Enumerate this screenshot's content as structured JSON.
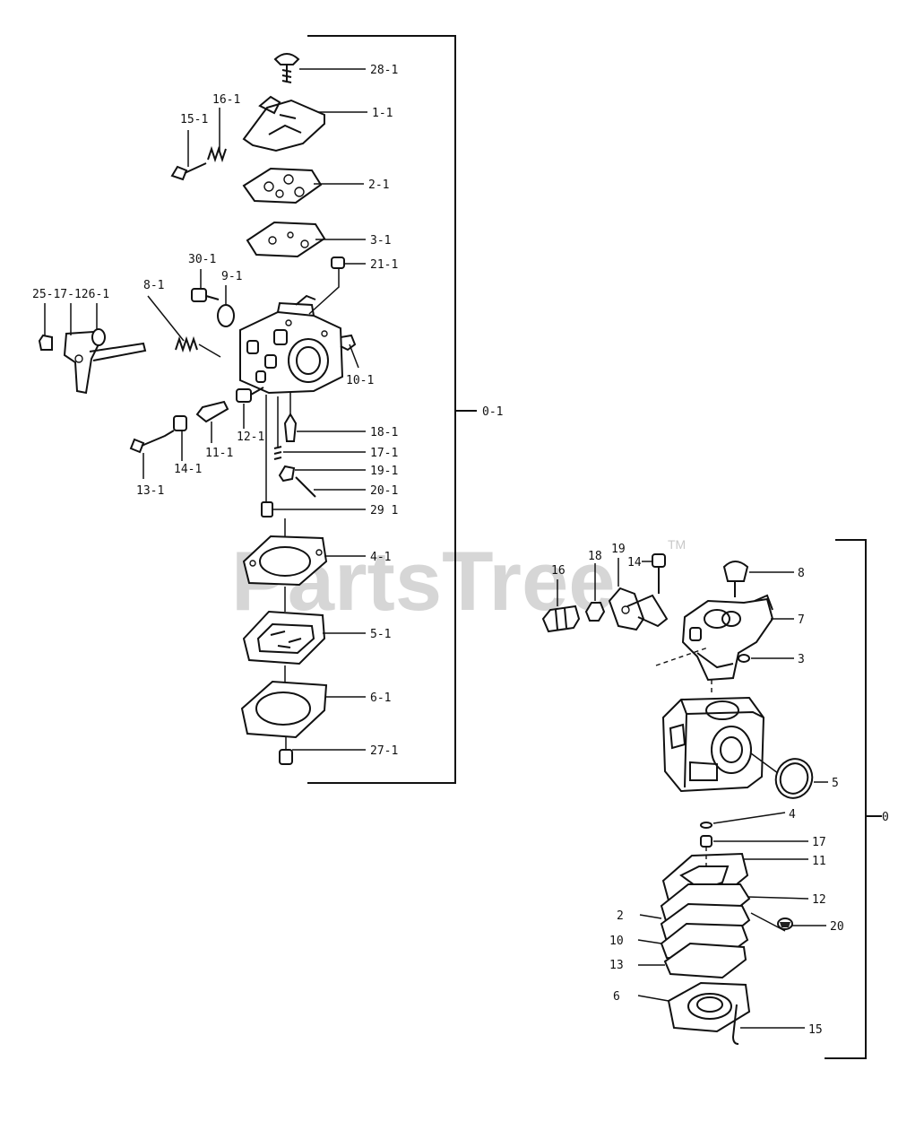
{
  "watermark": {
    "text": "PartsTree",
    "trademark": "TM"
  },
  "assembly_a": {
    "group_label": "0-1",
    "labels": {
      "p28": "28-1",
      "p1": "1-1",
      "p16": "16-1",
      "p15": "15-1",
      "p2": "2-1",
      "p3": "3-1",
      "p21": "21-1",
      "p30": "30-1",
      "p9": "9-1",
      "p8": "8-1",
      "p25": "25-17-126-1",
      "p10": "10-1",
      "p18": "18-1",
      "p17": "17-1",
      "p12": "12-1",
      "p11": "11-1",
      "p14": "14-1",
      "p13": "13-1",
      "p19": "19-1",
      "p20": "20-1",
      "p29": "29 1",
      "p4": "4-1",
      "p5": "5-1",
      "p6": "6-1",
      "p27": "27-1"
    }
  },
  "assembly_b": {
    "group_label": "0",
    "labels": {
      "p16": "16",
      "p18": "18",
      "p19": "19",
      "p14": "14",
      "p8": "8",
      "p7": "7",
      "p3": "3",
      "p5": "5",
      "p4": "4",
      "p17": "17",
      "p11": "11",
      "p12": "12",
      "p2": "2",
      "p20": "20",
      "p10": "10",
      "p13": "13",
      "p6": "6",
      "p15": "15"
    }
  }
}
